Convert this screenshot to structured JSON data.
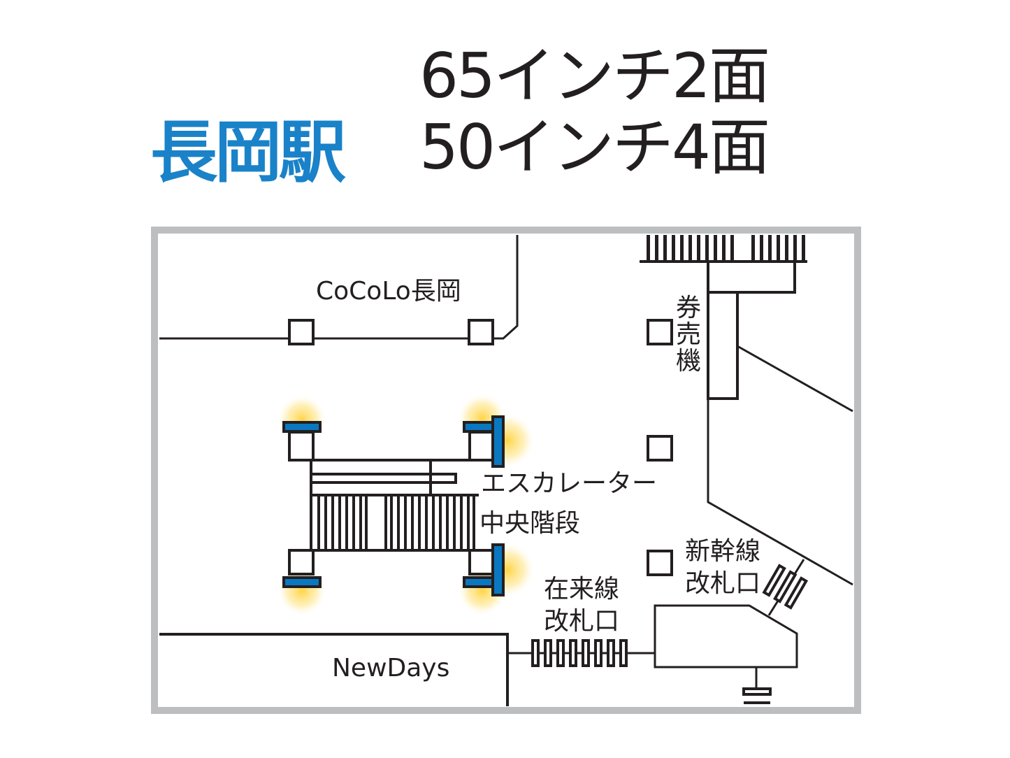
{
  "header": {
    "station_name": "長岡駅",
    "screens": [
      "65インチ2面",
      "50インチ4面"
    ]
  },
  "map": {
    "labels": {
      "cocolo": "CoCoLo長岡",
      "ticket_machine": [
        "券",
        "売",
        "機"
      ],
      "escalator": "エスカレーター",
      "central_stairs": "中央階段",
      "shinkansen_gate": [
        "新幹線",
        "改札口"
      ],
      "local_gate": [
        "在来線",
        "改札口"
      ],
      "newdays": "NewDays"
    },
    "colors": {
      "title": "#1a82c8",
      "screen": "#0a78c0",
      "glow": "#ffd23c",
      "frame": "#bcbec0"
    }
  }
}
